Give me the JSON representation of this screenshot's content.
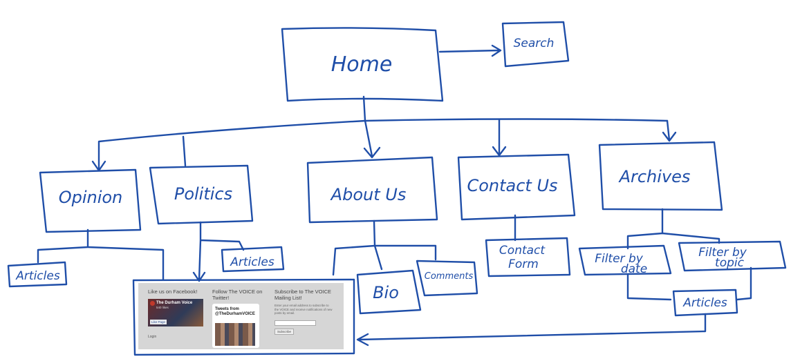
{
  "nodes": {
    "home": "Home",
    "search": "Search",
    "opinion": "Opinion",
    "politics": "Politics",
    "about_us": "About Us",
    "contact_us": "Contact Us",
    "archives": "Archives",
    "articles_opinion": "Articles",
    "articles_politics": "Articles",
    "bio": "Bio",
    "comments": "Comments",
    "contact_form_line1": "Contact",
    "contact_form_line2": "Form",
    "filter_date_line1": "Filter by",
    "filter_date_line2": "date",
    "filter_topic_line1": "Filter by",
    "filter_topic_line2": "topic",
    "articles_archives": "Articles"
  },
  "footer_widget": {
    "facebook_heading": "Like us on Facebook!",
    "facebook_page_name": "The Durham Voice",
    "facebook_likes": "540 likes",
    "facebook_button": "Like Page",
    "login": "Login",
    "twitter_heading": "Follow The VOICE on Twitter!",
    "twitter_card_title": "Tweets from @TheDurhamVOICE",
    "subscribe_heading": "Subscribe to The VOICE Mailing List!",
    "subscribe_text": "Enter your email address to subscribe to the VOICE and receive notifications of new posts by email.",
    "subscribe_button": "Subscribe"
  },
  "colors": {
    "ink": "#1f4ea8",
    "widget_bg": "#d6d6d6"
  }
}
